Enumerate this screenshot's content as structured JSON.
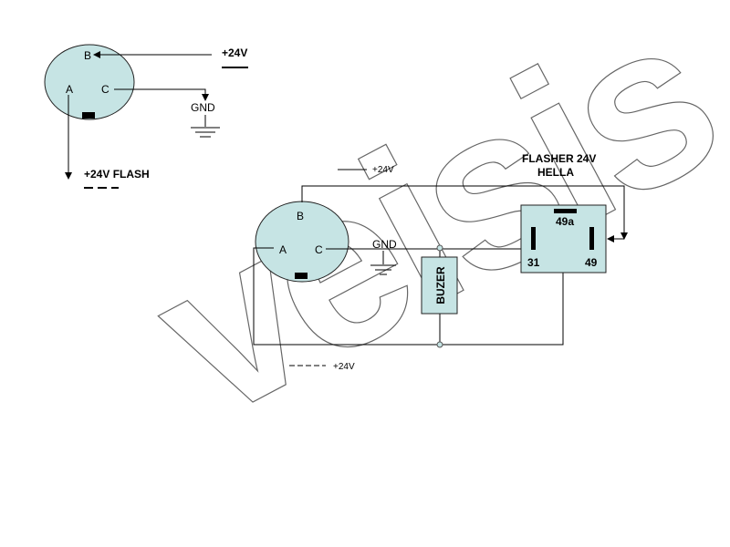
{
  "watermark": "veisis",
  "top_connector": {
    "pin_b": "B",
    "pin_a": "A",
    "pin_c": "C",
    "supply_label": "+24V",
    "gnd_label": "GND",
    "flash_label": "+24V FLASH"
  },
  "main_connector": {
    "pin_b": "B",
    "pin_a": "A",
    "pin_c": "C",
    "supply_label": "+24V",
    "gnd_label": "GND"
  },
  "buzzer": {
    "label": "BUZER"
  },
  "flasher": {
    "title_line1": "FLASHER 24V",
    "title_line2": "HELLA",
    "pin_49a": "49a",
    "pin_31": "31",
    "pin_49": "49"
  },
  "legend": {
    "label": "+24V"
  },
  "colors": {
    "component_fill": "#c6e4e4",
    "line": "#000000"
  }
}
